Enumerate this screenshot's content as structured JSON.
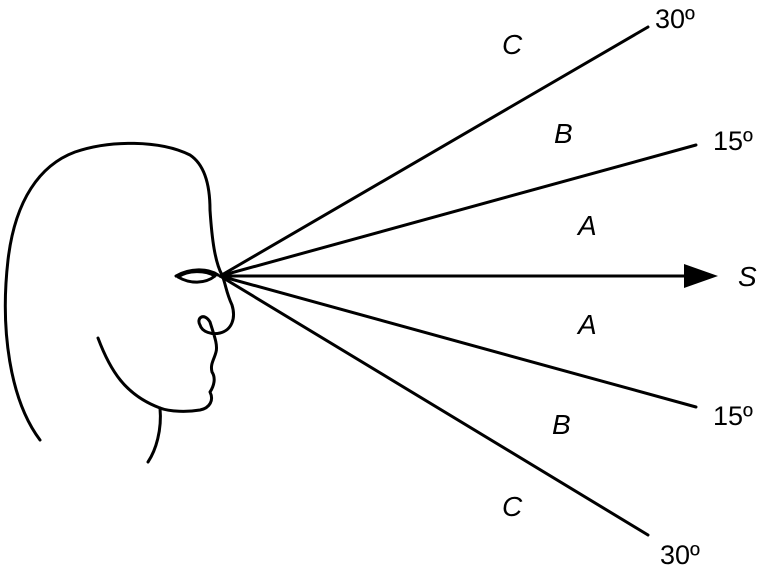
{
  "diagram": {
    "axis_label": "S",
    "angles": {
      "upper_outer": "30º",
      "upper_inner": "15º",
      "lower_inner": "15º",
      "lower_outer": "30º"
    },
    "zones": {
      "upper_c": "C",
      "upper_b": "B",
      "upper_a": "A",
      "lower_a": "A",
      "lower_b": "B",
      "lower_c": "C"
    },
    "line_color": "#000000"
  }
}
